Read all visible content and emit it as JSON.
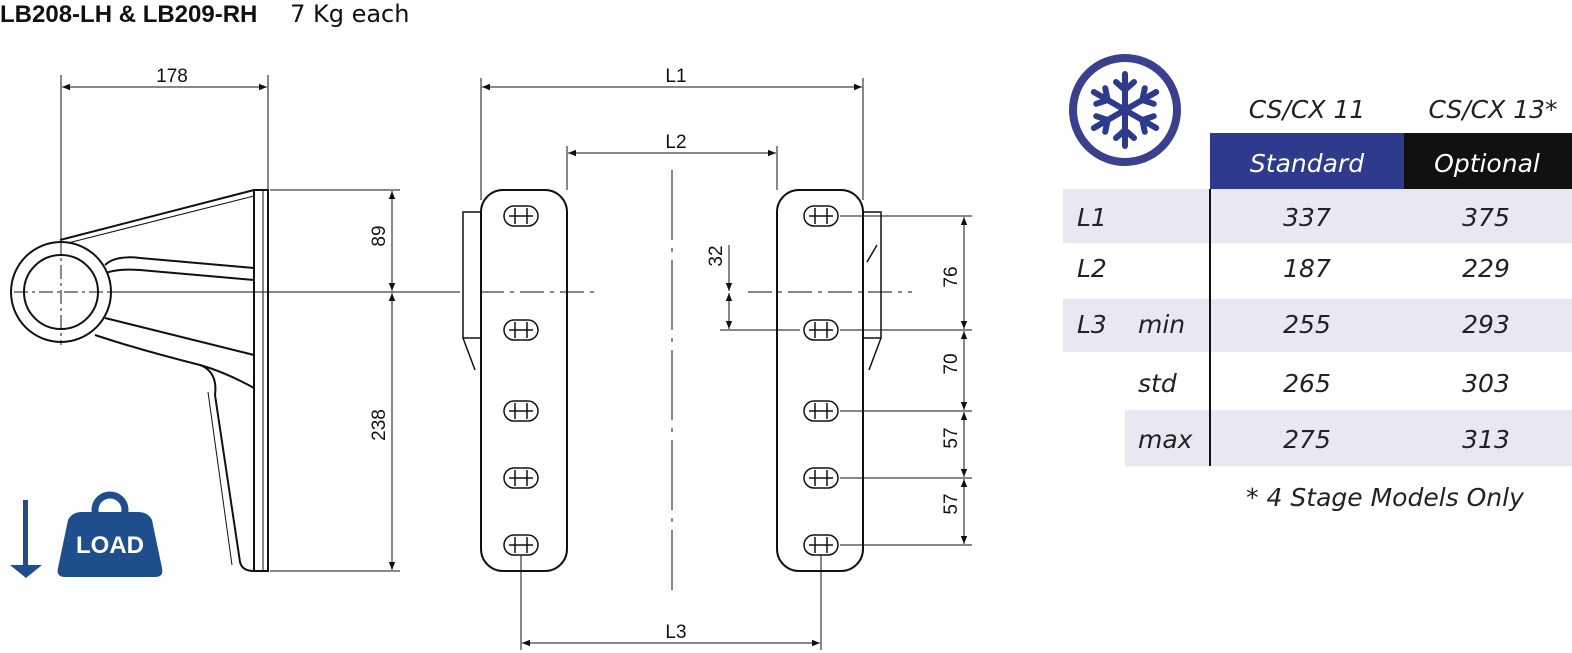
{
  "header": {
    "model_codes": "LB208-LH & LB209-RH",
    "weight": "7 Kg each"
  },
  "dimensions": {
    "width_178": "178",
    "l1": "L1",
    "l2": "L2",
    "l3": "L3",
    "d89": "89",
    "d238": "238",
    "d32": "32",
    "d76": "76",
    "d70": "70",
    "d57a": "57",
    "d57b": "57"
  },
  "load_badge": {
    "label": "LOAD"
  },
  "table": {
    "columns": [
      "CS/CX 11",
      "CS/CX 13*"
    ],
    "column_tags": [
      "Standard",
      "Optional"
    ],
    "rows": [
      {
        "label": "L1",
        "sub": "",
        "values": [
          "337",
          "375"
        ]
      },
      {
        "label": "L2",
        "sub": "",
        "values": [
          "187",
          "229"
        ]
      },
      {
        "label": "L3",
        "sub": "min",
        "values": [
          "255",
          "293"
        ]
      },
      {
        "label": "",
        "sub": "std",
        "values": [
          "265",
          "303"
        ]
      },
      {
        "label": "",
        "sub": "max",
        "values": [
          "275",
          "313"
        ]
      }
    ],
    "footnote": "* 4 Stage Models Only"
  },
  "colors": {
    "standard_bg": "#2e3a8c",
    "optional_bg": "#111111",
    "row_shade": "#e8e8f3",
    "load_blue": "#1f4e8c",
    "snowflake_ring": "#3a3f8f"
  },
  "icons": [
    "snowflake-icon",
    "load-weight-icon",
    "down-arrow-icon"
  ]
}
